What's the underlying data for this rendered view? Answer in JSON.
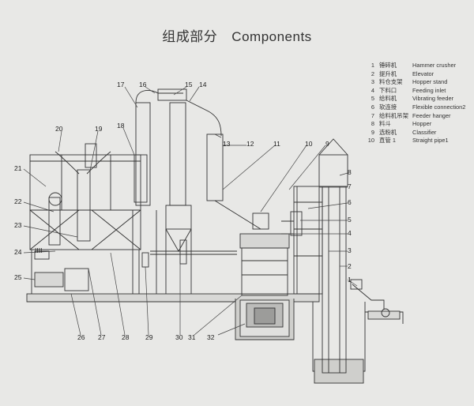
{
  "title": {
    "zh": "组成部分",
    "en": "Components"
  },
  "legend": [
    {
      "num": "1",
      "zh": "锤碎机",
      "en": "Hammer crusher"
    },
    {
      "num": "2",
      "zh": "提升机",
      "en": "Elevator"
    },
    {
      "num": "3",
      "zh": "料仓支架",
      "en": "Hopper stand"
    },
    {
      "num": "4",
      "zh": "下料口",
      "en": "Feeding inlet"
    },
    {
      "num": "5",
      "zh": "给料机",
      "en": "Vibrating feeder"
    },
    {
      "num": "6",
      "zh": "软连接",
      "en": "Flexible connection2"
    },
    {
      "num": "7",
      "zh": "给料机吊架",
      "en": "Feeder hanger"
    },
    {
      "num": "8",
      "zh": "料斗",
      "en": "Hopper"
    },
    {
      "num": "9",
      "zh": "选粉机",
      "en": "Classifier"
    },
    {
      "num": "10",
      "zh": "直管 1",
      "en": "Straight pipe1"
    }
  ],
  "callouts": [
    "1",
    "2",
    "3",
    "4",
    "5",
    "6",
    "7",
    "8",
    "9",
    "10",
    "11",
    "12",
    "13",
    "14",
    "15",
    "16",
    "17",
    "18",
    "19",
    "20",
    "21",
    "22",
    "23",
    "24",
    "25",
    "26",
    "27",
    "28",
    "29",
    "30",
    "31",
    "32"
  ],
  "equipment_mark": "IIII"
}
